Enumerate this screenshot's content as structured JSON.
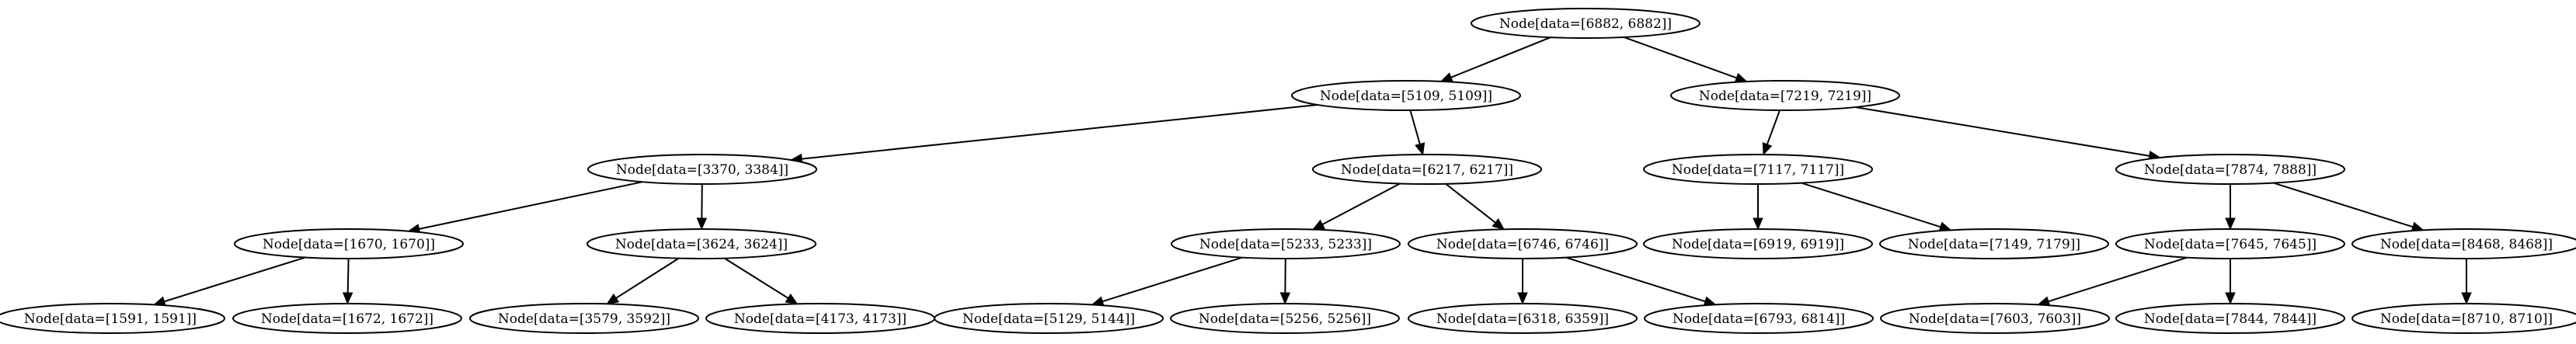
{
  "tree": {
    "nodes": [
      {
        "id": "n6882",
        "label": "Node[data=[6882, 6882]]"
      },
      {
        "id": "n5109",
        "label": "Node[data=[5109, 5109]]"
      },
      {
        "id": "n7219",
        "label": "Node[data=[7219, 7219]]"
      },
      {
        "id": "n3370",
        "label": "Node[data=[3370, 3384]]"
      },
      {
        "id": "n6217",
        "label": "Node[data=[6217, 6217]]"
      },
      {
        "id": "n7117",
        "label": "Node[data=[7117, 7117]]"
      },
      {
        "id": "n7874",
        "label": "Node[data=[7874, 7888]]"
      },
      {
        "id": "n1670",
        "label": "Node[data=[1670, 1670]]"
      },
      {
        "id": "n3624",
        "label": "Node[data=[3624, 3624]]"
      },
      {
        "id": "n5233",
        "label": "Node[data=[5233, 5233]]"
      },
      {
        "id": "n6746",
        "label": "Node[data=[6746, 6746]]"
      },
      {
        "id": "n6919",
        "label": "Node[data=[6919, 6919]]"
      },
      {
        "id": "n7149",
        "label": "Node[data=[7149, 7179]]"
      },
      {
        "id": "n7645",
        "label": "Node[data=[7645, 7645]]"
      },
      {
        "id": "n8468",
        "label": "Node[data=[8468, 8468]]"
      },
      {
        "id": "n1591",
        "label": "Node[data=[1591, 1591]]"
      },
      {
        "id": "n1672",
        "label": "Node[data=[1672, 1672]]"
      },
      {
        "id": "n3579",
        "label": "Node[data=[3579, 3592]]"
      },
      {
        "id": "n4173",
        "label": "Node[data=[4173, 4173]]"
      },
      {
        "id": "n5129",
        "label": "Node[data=[5129, 5144]]"
      },
      {
        "id": "n5256",
        "label": "Node[data=[5256, 5256]]"
      },
      {
        "id": "n6318",
        "label": "Node[data=[6318, 6359]]"
      },
      {
        "id": "n6793",
        "label": "Node[data=[6793, 6814]]"
      },
      {
        "id": "n7603",
        "label": "Node[data=[7603, 7603]]"
      },
      {
        "id": "n7844",
        "label": "Node[data=[7844, 7844]]"
      },
      {
        "id": "n8710",
        "label": "Node[data=[8710, 8710]]"
      }
    ],
    "edges": [
      {
        "from": "n6882",
        "to": "n5109"
      },
      {
        "from": "n6882",
        "to": "n7219"
      },
      {
        "from": "n5109",
        "to": "n3370"
      },
      {
        "from": "n5109",
        "to": "n6217"
      },
      {
        "from": "n7219",
        "to": "n7117"
      },
      {
        "from": "n7219",
        "to": "n7874"
      },
      {
        "from": "n3370",
        "to": "n1670"
      },
      {
        "from": "n3370",
        "to": "n3624"
      },
      {
        "from": "n6217",
        "to": "n5233"
      },
      {
        "from": "n6217",
        "to": "n6746"
      },
      {
        "from": "n7117",
        "to": "n6919"
      },
      {
        "from": "n7117",
        "to": "n7149"
      },
      {
        "from": "n7874",
        "to": "n7645"
      },
      {
        "from": "n7874",
        "to": "n8468"
      },
      {
        "from": "n1670",
        "to": "n1591"
      },
      {
        "from": "n1670",
        "to": "n1672"
      },
      {
        "from": "n3624",
        "to": "n3579"
      },
      {
        "from": "n3624",
        "to": "n4173"
      },
      {
        "from": "n5233",
        "to": "n5129"
      },
      {
        "from": "n5233",
        "to": "n5256"
      },
      {
        "from": "n6746",
        "to": "n6318"
      },
      {
        "from": "n6746",
        "to": "n6793"
      },
      {
        "from": "n7645",
        "to": "n7603"
      },
      {
        "from": "n7645",
        "to": "n7844"
      },
      {
        "from": "n8468",
        "to": "n8710"
      }
    ]
  }
}
